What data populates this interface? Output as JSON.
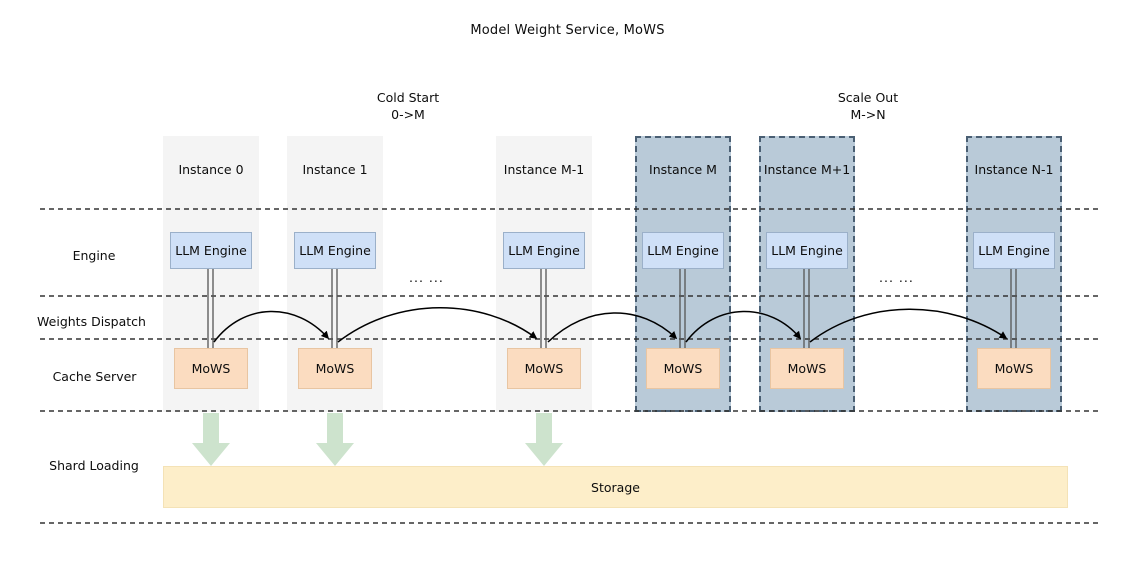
{
  "diagram": {
    "title": "Model Weight Service, MoWS",
    "groups": [
      {
        "id": "cold-start",
        "line1": "Cold Start",
        "line2": "0->M"
      },
      {
        "id": "scale-out",
        "line1": "Scale Out",
        "line2": "M->N"
      }
    ],
    "row_labels": [
      {
        "id": "engine",
        "text": "Engine"
      },
      {
        "id": "weights-dispatch",
        "text": "Weights Dispatch"
      },
      {
        "id": "cache-server",
        "text": "Cache Server"
      },
      {
        "id": "shard-loading",
        "text": "Shard Loading"
      }
    ],
    "instances": [
      {
        "id": "instance-0",
        "title": "Instance 0",
        "engine": "LLM Engine",
        "cache": "MoWS",
        "highlight": false,
        "shard_arrow": true
      },
      {
        "id": "instance-1",
        "title": "Instance 1",
        "engine": "LLM Engine",
        "cache": "MoWS",
        "highlight": false,
        "shard_arrow": true
      },
      {
        "id": "instance-m-1",
        "title": "Instance M-1",
        "engine": "LLM Engine",
        "cache": "MoWS",
        "highlight": false,
        "shard_arrow": true
      },
      {
        "id": "instance-m",
        "title": "Instance M",
        "engine": "LLM Engine",
        "cache": "MoWS",
        "highlight": true,
        "shard_arrow": false
      },
      {
        "id": "instance-m+1",
        "title": "Instance M+1",
        "engine": "LLM Engine",
        "cache": "MoWS",
        "highlight": true,
        "shard_arrow": false
      },
      {
        "id": "instance-n-1",
        "title": "Instance N-1",
        "engine": "LLM Engine",
        "cache": "MoWS",
        "highlight": true,
        "shard_arrow": false
      }
    ],
    "ellipses": [
      {
        "id": "ellipsis-left",
        "text": "... ..."
      },
      {
        "id": "ellipsis-right",
        "text": "... ..."
      }
    ],
    "storage": {
      "label": "Storage"
    },
    "colors": {
      "instance_plain_fill": "#f4f4f4",
      "instance_highlight_fill": "#b9cad8",
      "instance_highlight_border": "#4a5f73",
      "engine_fill": "#cfe0f7",
      "mows_fill": "#fbdcc0",
      "storage_fill": "#fdeec9",
      "shard_arrow_fill": "#cde3cd",
      "divider_line": "#333333",
      "dispatch_arrow": "#000000"
    }
  }
}
